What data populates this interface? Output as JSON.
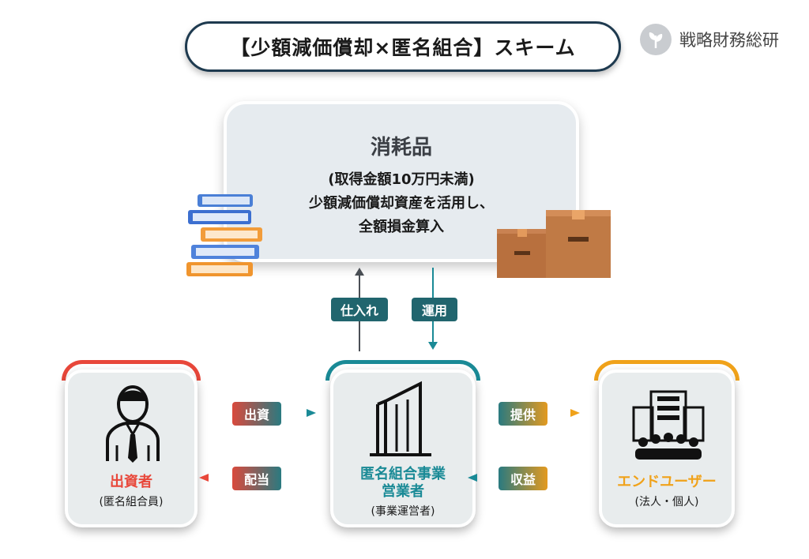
{
  "title": "【少額減価償却×匿名組合】スキーム",
  "brand": "戦略財務総研",
  "center_box": {
    "title": "消耗品",
    "lines": [
      "(取得金額10万円未満)",
      "少額減価償却資産を活用し、",
      "全額損金算入"
    ]
  },
  "flows": {
    "purchase": "仕入れ",
    "operate": "運用",
    "invest": "出資",
    "dividend": "配当",
    "provide": "提供",
    "revenue": "収益"
  },
  "investor": {
    "label": "出資者",
    "sub": "(匿名組合員)"
  },
  "operator": {
    "label_line1": "匿名組合事業",
    "label_line2": "営業者",
    "sub": "(事業運営者)"
  },
  "end_user": {
    "label": "エンドユーザー",
    "sub": "(法人・個人)"
  },
  "colors": {
    "red": "#e8473a",
    "teal": "#1a8a96",
    "orange": "#f0a21a",
    "navy": "#1e3a4f"
  }
}
